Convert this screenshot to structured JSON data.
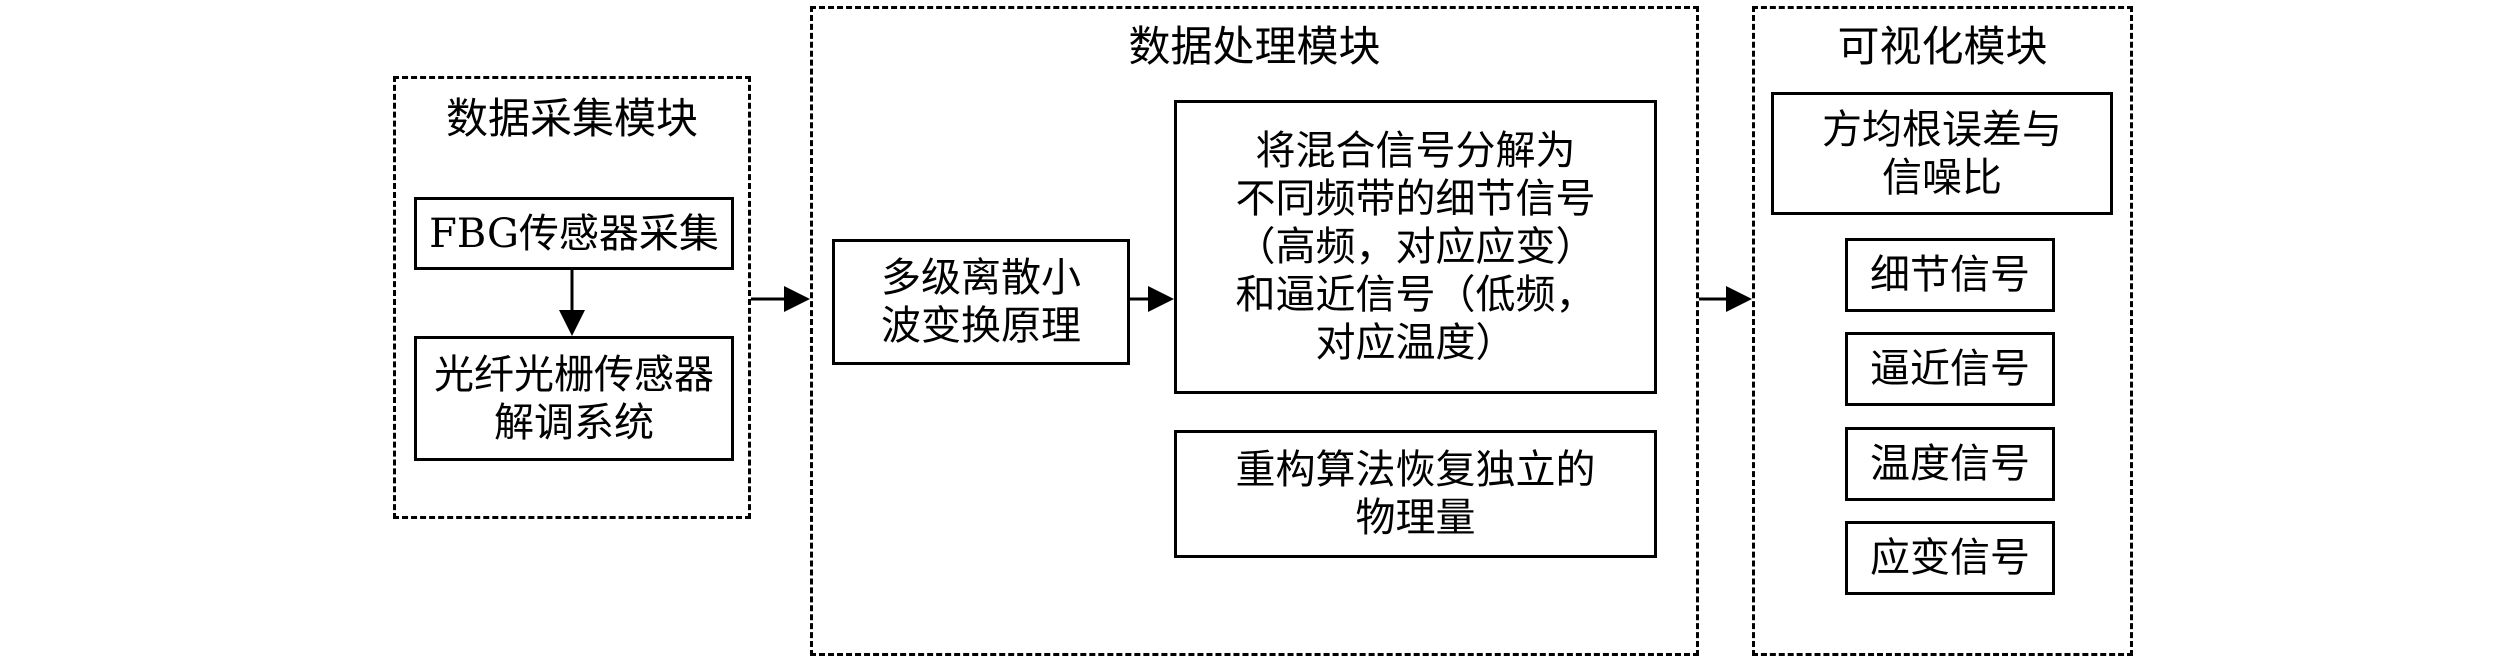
{
  "acquisition": {
    "title": "数据采集模块",
    "fbg_collection": "FBG传感器采集",
    "demod_line1": "光纤光栅传感器",
    "demod_line2": "解调系统"
  },
  "processing": {
    "title": "数据处理模块",
    "dwt_line1": "多级离散小",
    "dwt_line2": "波变换原理",
    "decomp_line1": "将混合信号分解为",
    "decomp_line2": "不同频带的细节信号",
    "decomp_line3": "（高频，对应应变）",
    "decomp_line4": "和逼近信号（低频，",
    "decomp_line5": "对应温度）",
    "recon_line1": "重构算法恢复独立的",
    "recon_line2": "物理量"
  },
  "visualization": {
    "title": "可视化模块",
    "metrics_line1": "方均根误差与",
    "metrics_line2": "信噪比",
    "outputs": [
      "细节信号",
      "逼近信号",
      "温度信号",
      "应变信号"
    ]
  }
}
